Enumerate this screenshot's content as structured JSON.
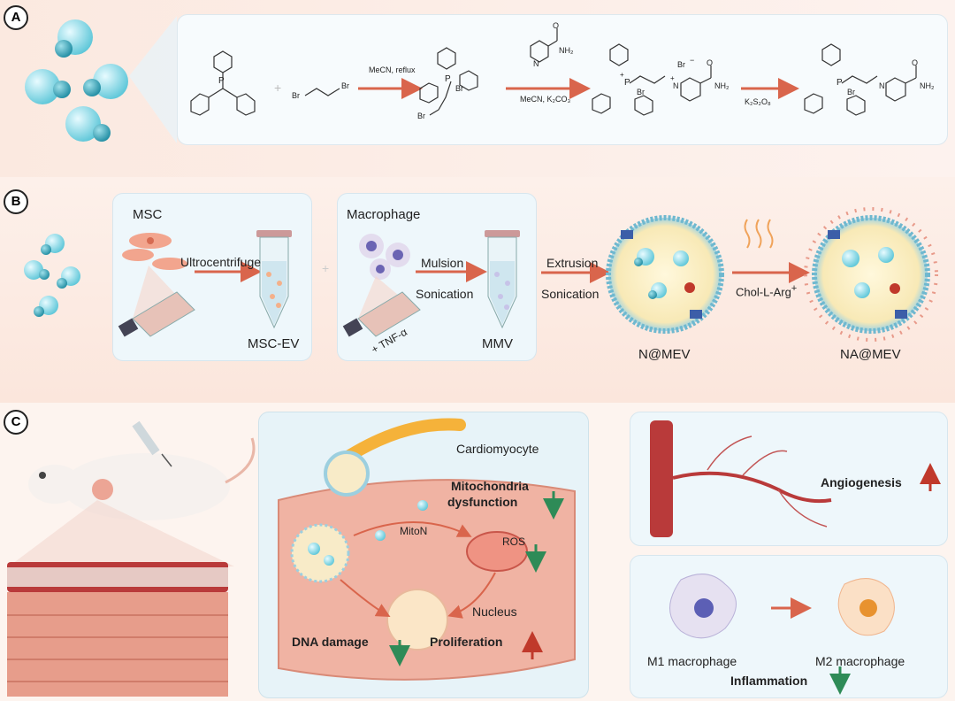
{
  "panels": {
    "a": "A",
    "b": "B",
    "c": "C"
  },
  "panel_a": {
    "atoms": {
      "p": "P",
      "br1": "Br",
      "br2": "Br",
      "p2": "P",
      "br3": "Br",
      "br4": "Br",
      "nh2_1": "NH₂",
      "p3": "P",
      "br5": "Br",
      "br6": "Br",
      "n1": "N",
      "nh2_2": "NH₂",
      "p4": "P",
      "br7": "Br",
      "n2": "N",
      "nh2_3": "NH₂",
      "o1": "O",
      "o2": "O",
      "o3": "O",
      "n3": "N",
      "br_minus": "Br",
      "plus1": "+",
      "plus2": "+",
      "minus": "−"
    },
    "reagent_1": "MeCN, reflux",
    "reagent_2": "MeCN, K₂CO₃",
    "reagent_3": "K₂S₂O₈"
  },
  "panel_b": {
    "msc": "MSC",
    "ultracentrifuge": "Ultrocentrifuge",
    "msc_ev": "MSC-EV",
    "macrophage": "Macrophage",
    "tnf": "+ TNF-α",
    "mulsion": "Mulsion",
    "sonication_1": "Sonication",
    "mmv": "MMV",
    "extrusion": "Extrusion",
    "sonication_2": "Sonication",
    "n_mev": "N@MEV",
    "chol": "Chol-L-Arg",
    "chol_sup": "+",
    "na_mev": "NA@MEV"
  },
  "panel_c": {
    "cardiomyocyte": "Cardiomyocyte",
    "mito_line1": "Mitochondria",
    "mito_line2": "dysfunction",
    "miton": "MitoN",
    "ros": "ROS",
    "nucleus": "Nucleus",
    "dna_damage": "DNA damage",
    "proliferation": "Proliferation",
    "angiogenesis": "Angiogenesis",
    "m1": "M1 macrophage",
    "m2": "M2 macrophage",
    "inflammation": "Inflammation"
  },
  "colors": {
    "up_arrow": "#c0392b",
    "down_arrow": "#2e8b57",
    "accent": "#d9654c"
  }
}
